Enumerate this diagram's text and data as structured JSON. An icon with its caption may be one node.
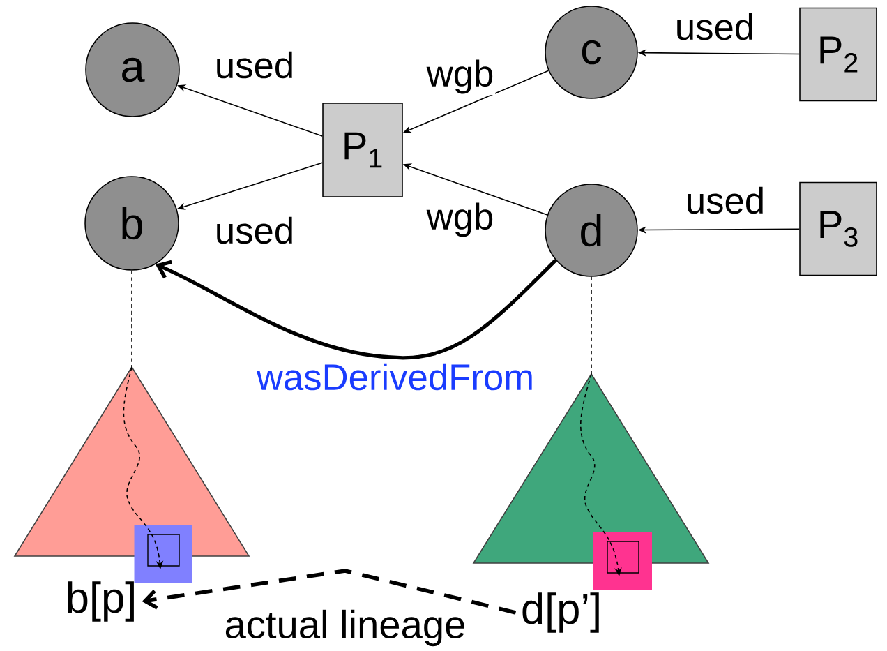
{
  "diagram": {
    "nodes": [
      {
        "text": [
          "a"
        ]
      },
      {
        "text": [
          "b"
        ]
      },
      {
        "text": [
          "P$_{1}$"
        ]
      },
      {
        "text": [
          "c"
        ]
      },
      {
        "text": [
          "P$_{2}$"
        ]
      },
      {
        "text": [
          "d"
        ]
      },
      {
        "text": [
          "P$_{3}$"
        ]
      },
      {
        "text": [],
        "shape": "triangle"
      },
      {
        "text": [],
        "shape": "box"
      },
      {
        "text": [],
        "shape": "triangle"
      },
      {
        "text": [],
        "shape": "box"
      },
      {
        "text": [
          "b[p]"
        ]
      },
      {
        "text": [
          "d[p’]"
        ]
      }
    ],
    "edges": [
      {
        "from": 2,
        "to": 0,
        "arrow": "to",
        "label": "used"
      },
      {
        "from": 2,
        "to": 1,
        "arrow": "to",
        "label": "used"
      },
      {
        "from": 3,
        "to": 2,
        "arrow": "to",
        "label": "wgb"
      },
      {
        "from": 5,
        "to": 2,
        "arrow": "to",
        "label": "wgb"
      },
      {
        "from": 4,
        "to": 3,
        "arrow": "to",
        "label": "used"
      },
      {
        "from": 6,
        "to": 5,
        "arrow": "to",
        "label": "used"
      },
      {
        "from": 5,
        "to": 1,
        "arrow": "to",
        "label": "wasDerivedFrom",
        "style": "thick"
      },
      {
        "from": 1,
        "to": 7,
        "arrow": "none",
        "style": "dashed"
      },
      {
        "from": 5,
        "to": 9,
        "arrow": "none",
        "style": "dashed"
      },
      {
        "from": 7,
        "to": 8,
        "arrow": "to",
        "style": "dashed"
      },
      {
        "from": 9,
        "to": 10,
        "arrow": "to",
        "style": "dashed"
      },
      {
        "from": 12,
        "to": 11,
        "arrow": "to",
        "label": "actual lineage",
        "style": "dashed"
      }
    ]
  }
}
